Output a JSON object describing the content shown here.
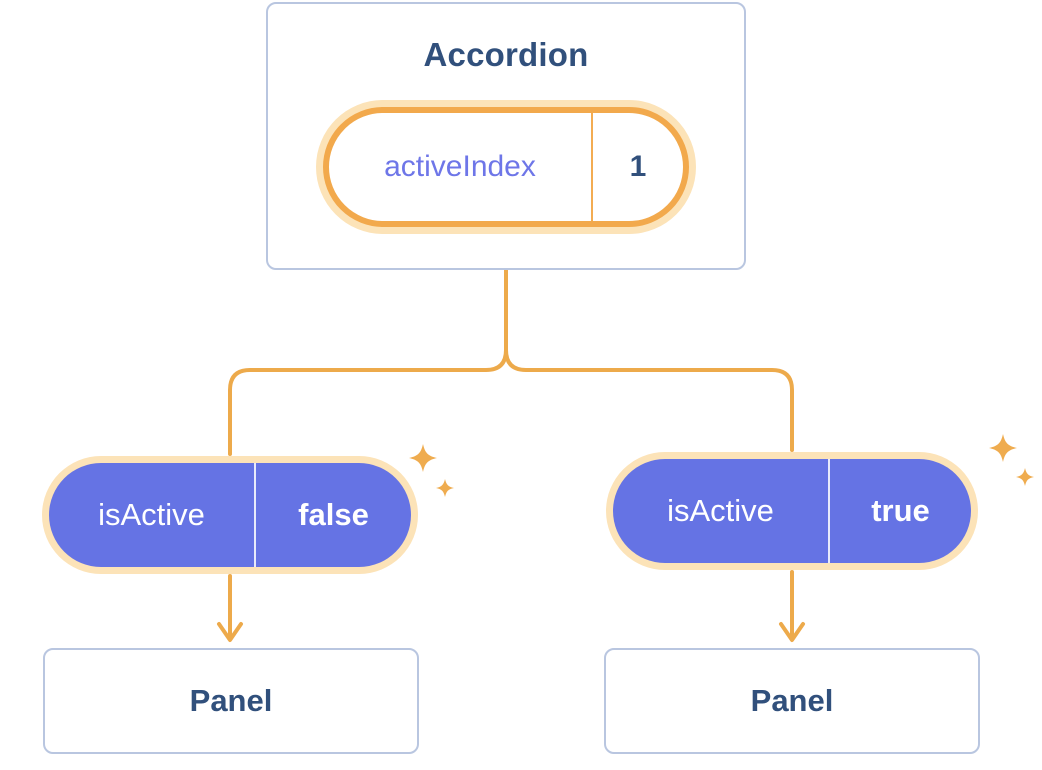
{
  "accordion_card": {
    "title": "Accordion",
    "pill": {
      "label": "activeIndex",
      "value": "1"
    }
  },
  "left_branch": {
    "pill": {
      "label": "isActive",
      "value": "false"
    },
    "panel": {
      "title": "Panel"
    }
  },
  "right_branch": {
    "pill": {
      "label": "isActive",
      "value": "true"
    },
    "panel": {
      "title": "Panel"
    }
  },
  "icons": {
    "sparkle": "✦"
  },
  "colors": {
    "connector_orange": "#edaa4b",
    "pill_border_orange": "#f2a94c",
    "pill_glow": "#fce3b8",
    "prop_pill_purple": "#6573e4",
    "heading_blue": "#31507c",
    "state_label_indigo": "#6e76e8",
    "card_border": "#b9c6e0",
    "background": "#ffffff"
  }
}
